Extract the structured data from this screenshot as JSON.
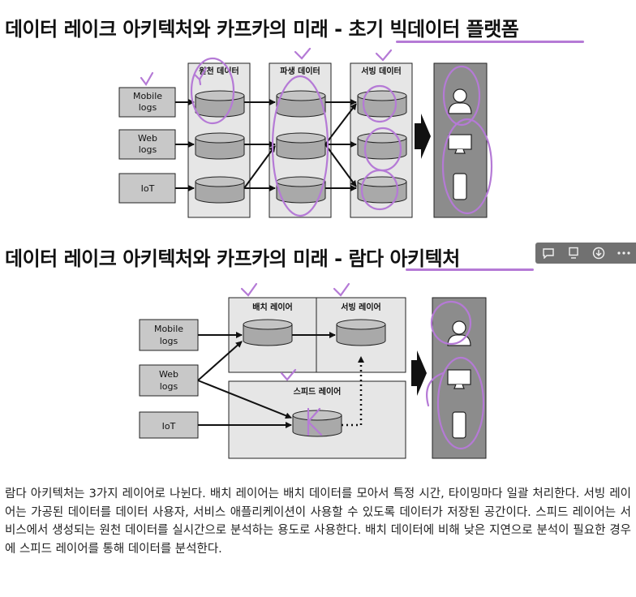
{
  "headings": {
    "first": {
      "prefix": "데이터 레이크 아키텍처와 카프카의 미래 - ",
      "emphasis": "초기 빅데이터 플랫폼"
    },
    "second": {
      "prefix": "데이터 레이크 아키텍처와 카프카의 미래 - ",
      "emphasis": "람다 아키텍처"
    }
  },
  "diagram_early": {
    "sources": [
      "Mobile\nlogs",
      "Web\nlogs",
      "IoT"
    ],
    "columns": [
      "원천 데이터",
      "파생 데이터",
      "서빙 데이터"
    ]
  },
  "diagram_lambda": {
    "sources": [
      "Mobile\nlogs",
      "Web\nlogs",
      "IoT"
    ],
    "layers": {
      "batch": "배치 레이어",
      "serving": "서빙 레이어",
      "speed": "스피드 레이어"
    }
  },
  "paragraph": "람다 아키텍처는 3가지 레이어로 나뉜다. 배치 레이어는 배치 데이터를 모아서 특정 시간, 타이밍마다 일괄 처리한다. 서빙 레이어는 가공된 데이터를 데이터 사용자, 서비스 애플리케이션이 사용할 수 있도록 데이터가 저장된 공간이다. 스피드 레이어는 서비스에서 생성되는 원천 데이터를 실시간으로 분석하는 용도로 사용한다. 배치 데이터에 비해 낮은 지연으로 분석이 필요한 경우에 스피드 레이어를 통해 데이터를 분석한다.",
  "toolbar": {
    "icons": [
      "comment-icon",
      "bookmark-icon",
      "download-icon",
      "more-icon"
    ]
  },
  "colors": {
    "annotation": "#b57ad6",
    "box_fill": "#e6e6e6",
    "source_fill": "#c8c8c8",
    "consumer_fill": "#8c8c8c"
  }
}
